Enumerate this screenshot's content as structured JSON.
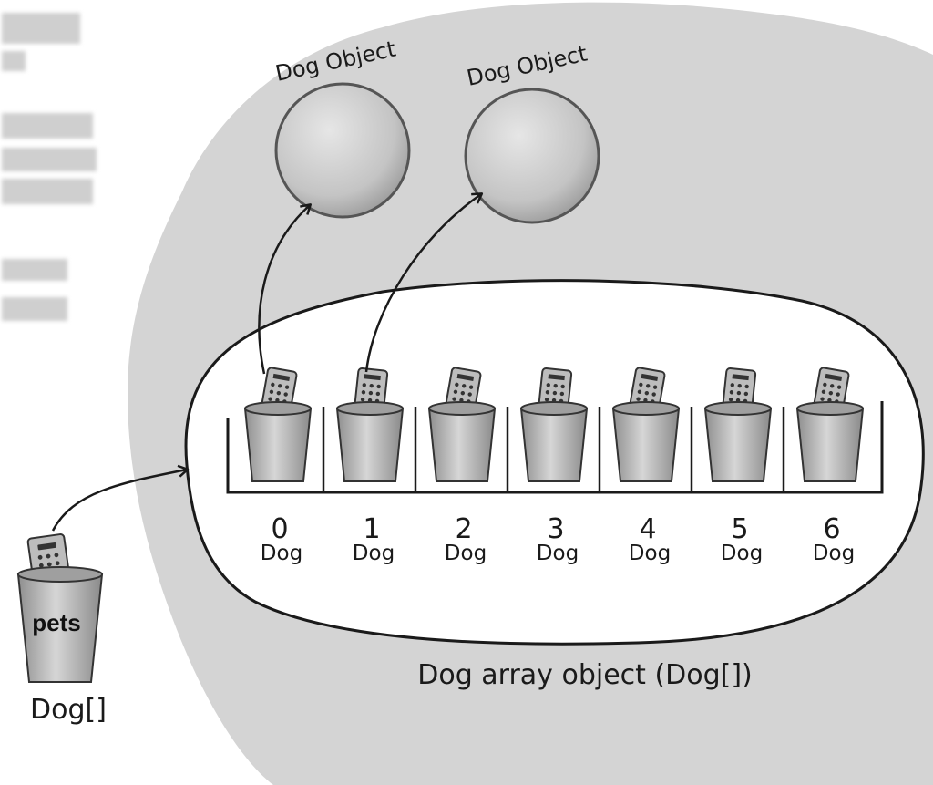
{
  "heap_label": "",
  "dog_objects": [
    {
      "label": "Dog Object"
    },
    {
      "label": "Dog Object"
    }
  ],
  "array": {
    "caption": "Dog array object (Dog[])",
    "slots": [
      {
        "index": "0",
        "type": "Dog",
        "points_to": 0
      },
      {
        "index": "1",
        "type": "Dog",
        "points_to": 1
      },
      {
        "index": "2",
        "type": "Dog"
      },
      {
        "index": "3",
        "type": "Dog"
      },
      {
        "index": "4",
        "type": "Dog"
      },
      {
        "index": "5",
        "type": "Dog"
      },
      {
        "index": "6",
        "type": "Dog"
      }
    ]
  },
  "reference": {
    "name": "pets",
    "type": "Dog[]"
  },
  "colors": {
    "heap": "#d4d4d4",
    "cup": "#b9b9b9",
    "ball": "#c4c4c4",
    "ink": "#1a1a1a"
  }
}
